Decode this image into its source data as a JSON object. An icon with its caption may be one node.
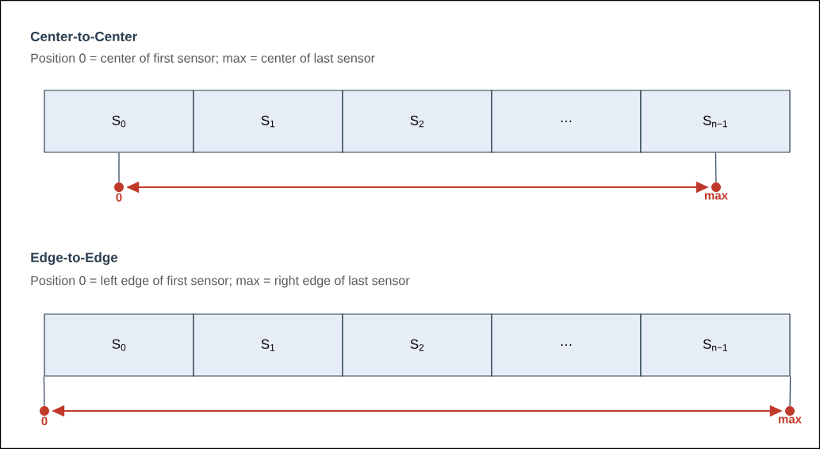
{
  "diagram": {
    "nodes": [
      {
        "text": [
          "S$_{0}$"
        ]
      },
      {
        "text": [
          "S$_{1}$"
        ]
      },
      {
        "text": [
          "S$_{2}$"
        ]
      },
      {
        "text": [
          "…"
        ]
      },
      {
        "text": [
          "S$_{n−1}$"
        ]
      },
      {
        "text": [
          "0"
        ]
      },
      {
        "text": [
          "max"
        ]
      },
      {
        "text": [
          "S$_{0}$"
        ]
      },
      {
        "text": [
          "S$_{1}$"
        ]
      },
      {
        "text": [
          "S$_{2}$"
        ]
      },
      {
        "text": [
          "…"
        ]
      },
      {
        "text": [
          "S$_{n−1}$"
        ]
      },
      {
        "text": [
          "0"
        ]
      },
      {
        "text": [
          "max"
        ]
      }
    ],
    "edges": [
      {
        "from": 0,
        "to": 5,
        "arrow": "none"
      },
      {
        "from": 4,
        "to": 6,
        "arrow": "none"
      },
      {
        "from": 5,
        "to": 6,
        "arrow": "both",
        "color": "#c0392b"
      },
      {
        "from": 7,
        "to": 12,
        "arrow": "none"
      },
      {
        "from": 11,
        "to": 13,
        "arrow": "none"
      },
      {
        "from": 12,
        "to": 13,
        "arrow": "both",
        "color": "#c0392b"
      }
    ],
    "labels": [
      "Center-to-Center",
      "Position 0 = center of first sensor; max = center of last sensor",
      "Edge-to-Edge",
      "Position 0 = left edge of first sensor; max = right edge of last sensor"
    ]
  }
}
